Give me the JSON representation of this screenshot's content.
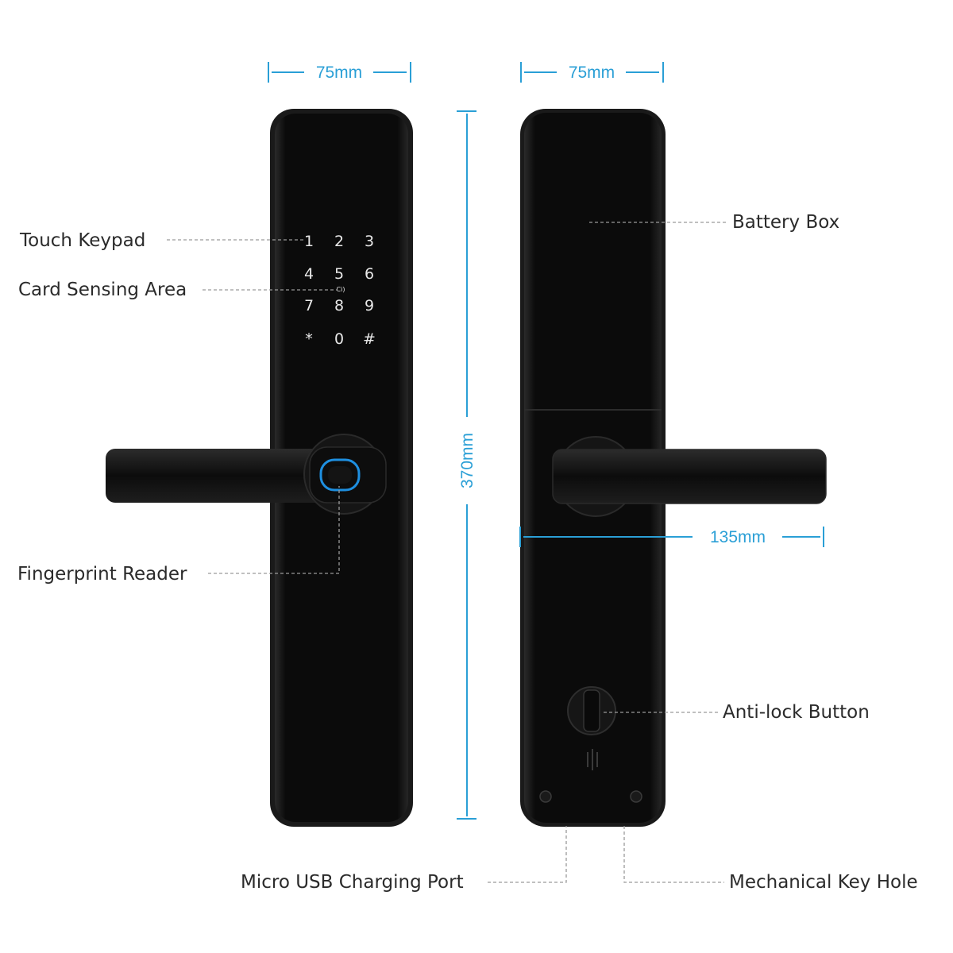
{
  "dimensions": {
    "front_width": "75mm",
    "back_width": "75mm",
    "height": "370mm",
    "handle_length": "135mm"
  },
  "callouts": {
    "touch_keypad": "Touch Keypad",
    "card_sensing_area": "Card Sensing Area",
    "fingerprint_reader": "Fingerprint Reader",
    "battery_box": "Battery Box",
    "anti_lock_button": "Anti-lock Button",
    "micro_usb": "Micro USB Charging Port",
    "mechanical_key_hole": "Mechanical Key Hole"
  },
  "keypad": {
    "keys": [
      "1",
      "2",
      "3",
      "4",
      "5",
      "6",
      "7",
      "8",
      "9",
      "*",
      "0",
      "#"
    ],
    "card_mark": "Ci)"
  },
  "colors": {
    "dimension": "#2a9fd6",
    "fingerprint_ring": "#1e8fe0",
    "body": "#111111",
    "leader": "#9a9a9a"
  }
}
